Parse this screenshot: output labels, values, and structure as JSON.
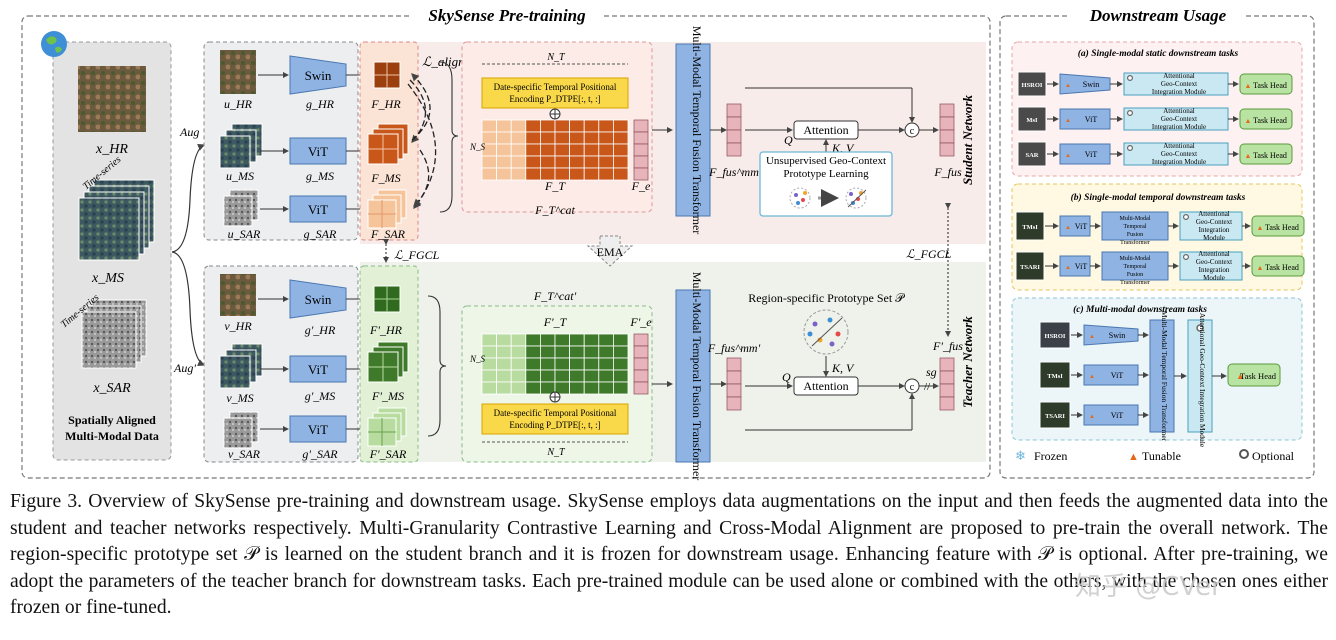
{
  "pretraining": {
    "title": "SkySense Pre-training",
    "inputs": {
      "x_hr": "x_HR",
      "x_ms": "x_MS",
      "x_sar": "x_SAR",
      "time_series_1": "Time-series",
      "time_series_2": "Time-series",
      "caption_line1": "Spatially Aligned",
      "caption_line2": "Multi-Modal Data"
    },
    "aug": "Aug",
    "aug_prime": "Aug'",
    "student": {
      "u_hr": "u_HR",
      "u_ms": "u_MS",
      "u_sar": "u_SAR",
      "enc_hr": "Swin",
      "enc_ms": "ViT",
      "enc_sar": "ViT",
      "g_hr": "g_HR",
      "g_ms": "g_MS",
      "g_sar": "g_SAR",
      "f_hr": "F_HR",
      "f_ms": "F_MS",
      "f_sar": "F_SAR",
      "l_align": "ℒ_align",
      "nt": "N_T",
      "ns": "N_S",
      "dtpe_line1": "Date-specific Temporal Positional",
      "dtpe_line2": "Encoding P_DTPE[:, t, :]",
      "ft": "F_T",
      "fe": "F_e",
      "ft_cat": "F_T^cat",
      "fusion": "Multi-Modal Temporal Fusion Transformer",
      "f_fus_mm": "F_fus^mm",
      "q": "Q",
      "kv": "K, V",
      "attention": "Attention",
      "proto_line1": "Unsupervised Geo-Context",
      "proto_line2": "Prototype Learning",
      "f_fus": "F_fus",
      "network": "Student Network"
    },
    "l_fgcl": "ℒ_FGCL",
    "l_fgcl_right": "ℒ_FGCL",
    "ema": "EMA",
    "teacher": {
      "v_hr": "v_HR",
      "v_ms": "v_MS",
      "v_sar": "v_SAR",
      "enc_hr": "Swin",
      "enc_ms": "ViT",
      "enc_sar": "ViT",
      "g_hr": "g'_HR",
      "g_ms": "g'_MS",
      "g_sar": "g'_SAR",
      "f_hr": "F'_HR",
      "f_ms": "F'_MS",
      "f_sar": "F'_SAR",
      "ft_cat": "F_T^cat'",
      "ft": "F'_T",
      "fe": "F'_e",
      "nt": "N_T",
      "ns": "N_S",
      "dtpe_line1": "Date-specific Temporal Positional",
      "dtpe_line2": "Encoding P_DTPE[:, t, :]",
      "fusion": "Multi-Modal Temporal Fusion Transformer",
      "f_fus_mm": "F_fus^mm'",
      "proto_set": "Region-specific Prototype Set 𝒫",
      "q": "Q",
      "kv": "K, V",
      "attention": "Attention",
      "f_fus": "F'_fus",
      "sg": "sg",
      "network": "Teacher Network"
    }
  },
  "downstream": {
    "title": "Downstream Usage",
    "a_title": "(a) Single-modal static downstream tasks",
    "a_rows": [
      {
        "input": "HSROI",
        "enc": "Swin",
        "geo": "Attentional Geo-Context Integration Module",
        "head": "Task Head"
      },
      {
        "input": "MsI",
        "enc": "ViT",
        "geo": "Attentional Geo-Context Integration Module",
        "head": "Task Head"
      },
      {
        "input": "SAR",
        "enc": "ViT",
        "geo": "Attentional Geo-Context Integration Module",
        "head": "Task Head"
      }
    ],
    "b_title": "(b) Single-modal temporal downstream tasks",
    "b_rows": [
      {
        "input": "TMsI",
        "enc": "ViT",
        "fusion": "Multi-Modal Temporal Fusion Transformer",
        "geo": "Attentional Geo-Context Integration Module",
        "head": "Task Head"
      },
      {
        "input": "TSARI",
        "enc": "ViT",
        "fusion": "Multi-Modal Temporal Fusion Transformer",
        "geo": "Attentional Geo-Context Integration Module",
        "head": "Task Head"
      }
    ],
    "c_title": "(c) Multi-modal downstream tasks",
    "c_rows": [
      {
        "input": "HSROI",
        "enc": "Swin"
      },
      {
        "input": "TMsI",
        "enc": "ViT"
      },
      {
        "input": "TSARI",
        "enc": "ViT"
      }
    ],
    "c_fusion": "Multi-Modal Temporal Fusion Transformer",
    "c_geo": "Attentional Geo-Context Integration Module",
    "c_head": "Task Head",
    "legend": {
      "frozen": "Frozen",
      "tunable": "Tunable",
      "optional": "Optional"
    }
  },
  "caption": "Figure 3. Overview of SkySense pre-training and downstream usage. SkySense employs data augmentations on the input and then feeds the augmented data into the student and teacher networks respectively. Multi-Granularity Contrastive Learning and Cross-Modal Alignment are proposed to pre-train the overall network. The region-specific prototype set 𝒫 is learned on the student branch and it is frozen for downstream usage. Enhancing feature with 𝒫 is optional. After pre-training, we adopt the parameters of the teacher branch for downstream tasks. Each pre-trained module can be used alone or combined with the others, with the chosen ones either frozen or fine-tuned.",
  "watermark": "知乎 @CVer",
  "colors": {
    "encoder_blue": "#8fb4e3",
    "orange_dark": "#c9571a",
    "orange_light": "#f6c49a",
    "green_dark": "#3f7a2b",
    "green_light": "#b8dca0",
    "pink_feature": "#e8b4bc",
    "yellow_dtpe": "#f9d94a",
    "task_head_green": "#b9e3a3"
  }
}
